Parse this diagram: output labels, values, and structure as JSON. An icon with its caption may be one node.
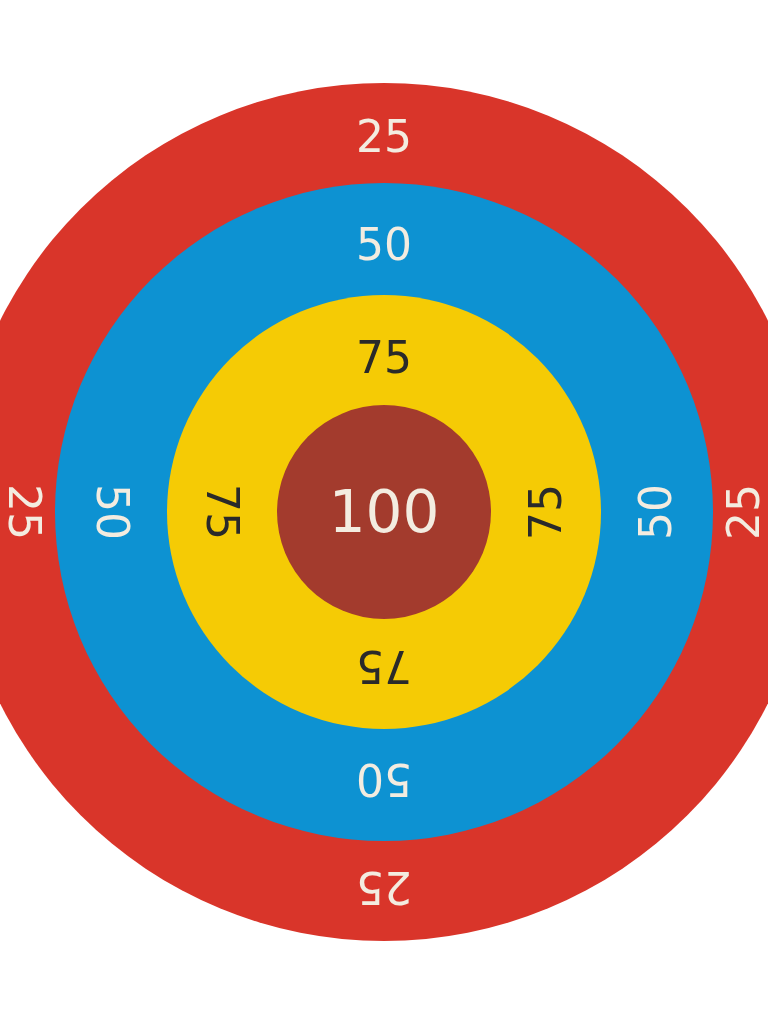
{
  "diagram": {
    "nodes": [
      {
        "text": [
          "25",
          "25",
          "25",
          "25"
        ]
      },
      {
        "text": [
          "50",
          "50",
          "50",
          "50"
        ],
        "in": 0
      },
      {
        "text": [
          "75",
          "75",
          "75",
          "75"
        ],
        "in": 1
      },
      {
        "text": [
          "100"
        ],
        "in": 2
      }
    ]
  }
}
